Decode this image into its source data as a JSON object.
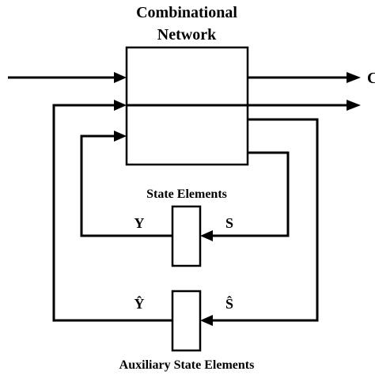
{
  "diagram": {
    "title_line1": "Combinational",
    "title_line2": "Network",
    "output_label": "C",
    "state_elements_label": "State Elements",
    "y_label": "Y",
    "s_label": "S",
    "y_hat_label": "Ŷ",
    "s_hat_label": "Ŝ",
    "auxiliary_label": "Auxiliary State Elements"
  },
  "colors": {
    "ink": "#000000",
    "background": "#ffffff"
  }
}
